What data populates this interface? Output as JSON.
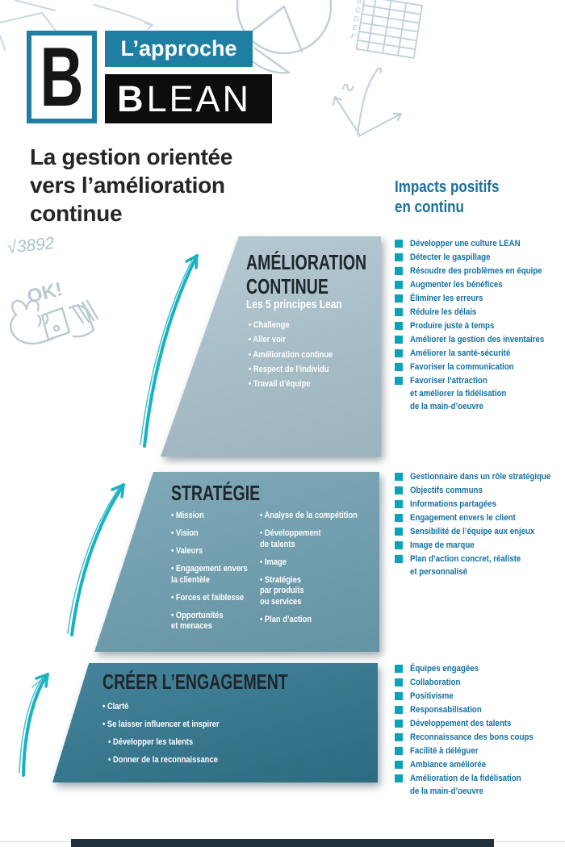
{
  "logo": {
    "letter": "B",
    "tagline": "L’approche",
    "brand_b": "B",
    "brand_rest": "LEAN"
  },
  "title": "La gestion orientée\nvers l’amélioration\ncontinue",
  "impacts": {
    "heading": "Impacts positifs\nen continu",
    "groups": [
      {
        "items": [
          "Développer une culture LEAN",
          "Détecter le gaspillage",
          "Résoudre des problèmes en équipe",
          "Augmenter les bénéfices",
          "Éliminer les erreurs",
          "Réduire les délais",
          "Produire juste à temps",
          "Améliorer la gestion des inventaires",
          "Améliorer la santé-sécurité",
          "Favoriser la communication",
          "Favoriser l’attraction\net améliorer la fidélisation\nde la main-d’oeuvre"
        ]
      },
      {
        "items": [
          "Gestionnaire dans un rôle stratégique",
          "Objectifs communs",
          "Informations partagées",
          "Engagement envers le client",
          "Sensibilité de l’équipe aux enjeux",
          "Image de marque",
          "Plan d’action concret, réaliste\net personnalisé"
        ]
      },
      {
        "items": [
          "Équipes engagées",
          "Collaboration",
          "Positivisme",
          "Responsabilisation",
          "Développement des talents",
          "Reconnaissance des bons coups",
          "Facilité à déléguer",
          "Ambiance améliorée",
          "Amélioration de la fidélisation\nde la main-d’oeuvre"
        ]
      }
    ]
  },
  "pyramid": {
    "levels": [
      {
        "title": "AMÉLIORATION\nCONTINUE",
        "subtitle": "Les 5 principes Lean",
        "items": [
          "Challenge",
          "Aller voir",
          "Amélioration continue",
          "Respect de l’individu",
          "Travail d’équipe"
        ]
      },
      {
        "title": "STRATÉGIE",
        "col1": [
          "Mission",
          "Vision",
          "Valeurs",
          "Engagement envers\nla clientèle",
          "Forces et faiblesse",
          "Opportunités\net menaces"
        ],
        "col2": [
          "Analyse de la compétition",
          "Développement\nde talents",
          "Image",
          "Stratégies\npar produits\nou services",
          "Plan d’action"
        ]
      },
      {
        "title": "CRÉER L’ENGAGEMENT",
        "items": [
          "Clarté",
          "Se laisser influencer et inspirer",
          "Développer les talents",
          "Donner de la reconnaissance"
        ]
      }
    ]
  },
  "decorations": {
    "sqrt_note": "√3892",
    "ok_note": "OK!",
    "spreadsheet_rows": [
      "B",
      "C",
      "D",
      "E",
      "F"
    ]
  },
  "colors": {
    "brand_teal": "#1f7fa2",
    "bright_teal": "#19b2c0",
    "bullet_teal": "#0ca3b8",
    "text_blue": "#1470a0",
    "level1_fill": "#a8bfc8",
    "level2_fill": "#72a0b0",
    "level3_fill": "#3b7d94",
    "footer_bar": "#20303c"
  }
}
